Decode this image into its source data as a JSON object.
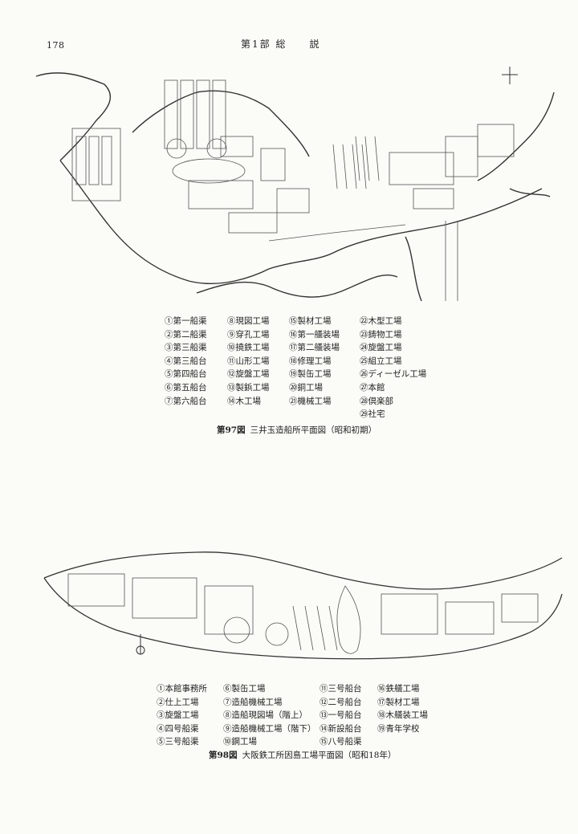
{
  "header": {
    "page_number": "178",
    "running_title": "第1部 総　　説"
  },
  "figure97": {
    "caption_number": "第97図",
    "caption_title": "三井玉造船所平面図（昭和初期）",
    "legend": [
      [
        "①第一船渠",
        "②第二船渠",
        "③第三船渠",
        "④第三船台",
        "⑤第四船台",
        "⑥第五船台",
        "⑦第六船台"
      ],
      [
        "⑧現図工場",
        "⑨穿孔工場",
        "⑩撓鉄工場",
        "⑪山形工場",
        "⑫旋盤工場",
        "⑬製鋲工場",
        "⑭木工場"
      ],
      [
        "⑮製材工場",
        "⑯第一艤装場",
        "⑰第二艤装場",
        "⑱修理工場",
        "⑲製缶工場",
        "⑳銅工場",
        "㉑機械工場"
      ],
      [
        "㉒木型工場",
        "㉓鋳物工場",
        "㉔旋盤工場",
        "㉕組立工場",
        "㉖ディーゼル工場",
        "㉗本館",
        "㉘倶楽部",
        "㉙社宅"
      ]
    ]
  },
  "figure98": {
    "caption_number": "第98図",
    "caption_title": "大阪鉄工所因島工場平面図（昭和18年）",
    "legend": [
      [
        "①本館事務所",
        "②仕上工場",
        "③旋盤工場",
        "④四号船渠",
        "⑤三号船渠"
      ],
      [
        "⑥製缶工場",
        "⑦造船機械工場",
        "⑧造船現図場（階上）",
        "⑨造船機械工場（階下）",
        "⑩鋼工場"
      ],
      [
        "⑪三号船台",
        "⑫二号船台",
        "⑬一号船台",
        "⑭新設船台",
        "⑮八号船渠"
      ],
      [
        "⑯鉄艤工場",
        "⑰製材工場",
        "⑱木艤装工場",
        "⑲青年学校"
      ]
    ]
  }
}
